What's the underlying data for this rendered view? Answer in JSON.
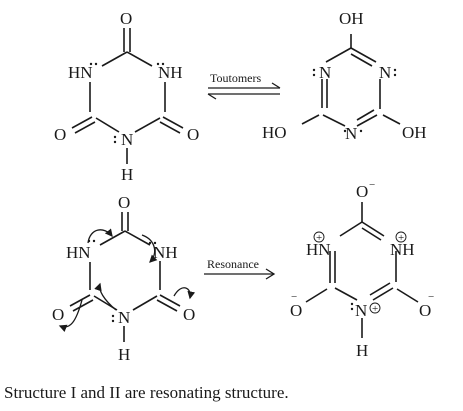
{
  "top": {
    "left": {
      "nh_left": "HN",
      "nh_right": "NH",
      "o_top": "O",
      "o_left": "O",
      "o_right": "O",
      "n_bottom": "N",
      "h_bottom": "H"
    },
    "arrow_label": "Toutomers",
    "right": {
      "oh_top": "OH",
      "n_left": "N",
      "n_right": "N",
      "n_bottom": "N",
      "ho_left": "HO",
      "oh_right": "OH"
    }
  },
  "bottom": {
    "left": {
      "o_top": "O",
      "hn_left": "HN",
      "nh_right": "NH",
      "o_left": "O",
      "o_right": "O",
      "n_bottom": "N",
      "h_bottom": "H"
    },
    "arrow_label": "Resonance",
    "right": {
      "o_top": "O",
      "hn_left": "HN",
      "nh_right": "NH",
      "o_left": "O",
      "o_right": "O",
      "n_bottom": "N",
      "h_bottom": "H",
      "plus": "+",
      "minus": "−"
    }
  },
  "caption": "Structure I and II are resonating structure."
}
